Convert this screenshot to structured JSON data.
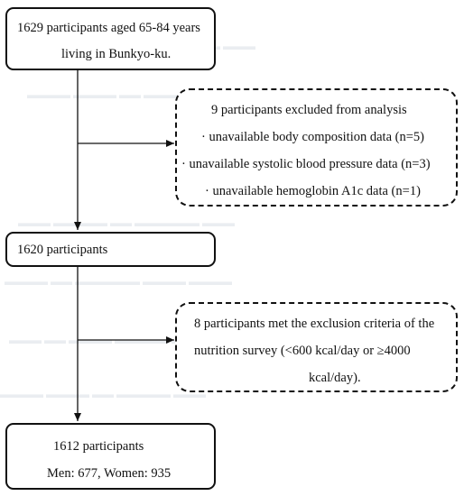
{
  "flowchart": {
    "box_start": {
      "lines": [
        "1629 participants aged 65-84 years",
        "living in Bunkyo-ku."
      ]
    },
    "box_exclusion_1": {
      "lines": [
        "9 participants excluded from analysis",
        "· unavailable body composition data (n=5)",
        "· unavailable systolic blood pressure data (n=3)",
        "· unavailable hemoglobin A1c data (n=1)"
      ]
    },
    "box_middle": {
      "lines": [
        "1620 participants"
      ]
    },
    "box_exclusion_2": {
      "lines": [
        "8 participants met the exclusion criteria of the",
        "nutrition survey (<600 kcal/day or ≥4000",
        "kcal/day)."
      ]
    },
    "box_final": {
      "lines": [
        "1612 participants",
        "Men: 677, Women: 935"
      ]
    }
  },
  "colors": {
    "stroke": "#111111",
    "background": "#ffffff"
  }
}
